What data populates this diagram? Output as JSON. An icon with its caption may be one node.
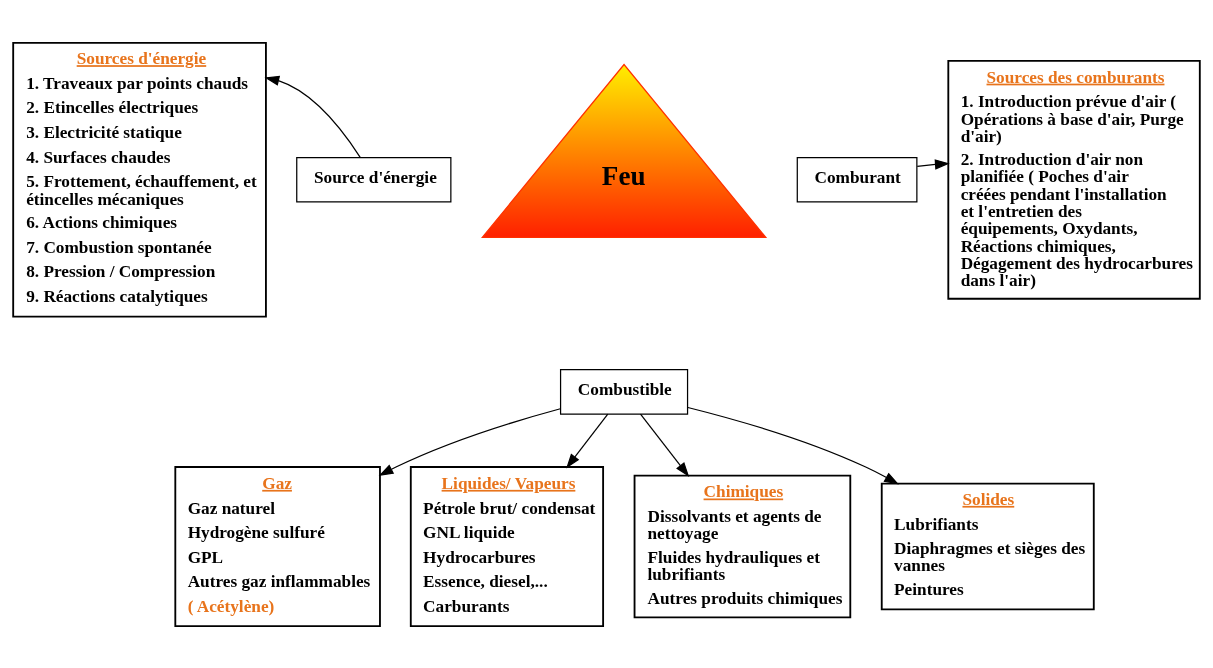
{
  "diagram": {
    "nodes": [
      {
        "text": [
          "Sources d'énergie",
          "1. Traveaux par points chauds",
          "2. Etincelles électriques",
          "3. Electricité statique",
          "4. Surfaces chaudes",
          "5. Frottement, échauffement, et étincelles mécaniques",
          "6. Actions chimiques",
          "7. Combustion spontanée",
          "8. Pression / Compression",
          "9. Réactions catalytiques"
        ]
      },
      {
        "text": [
          "Sources des comburants",
          "1. Introduction prévue d'air ( Opérations à base d'air, Purge d'air)",
          "2. Introduction d'air non planifiée ( Poches d'air créées pendant l'installation et l'entretien des équipements, Oxydants, Réactions chimiques, Dégagement des hydrocarbures dans l'air)"
        ]
      },
      {
        "text": [
          "Feu"
        ]
      },
      {
        "text": [
          "Source d'énergie"
        ]
      },
      {
        "text": [
          "Comburant"
        ]
      },
      {
        "text": [
          "Combustible"
        ]
      },
      {
        "text": [
          "Gaz",
          "Gaz naturel",
          "Hydrogène sulfuré",
          "GPL",
          "Autres gaz inflammables",
          "( Acétylène)"
        ]
      },
      {
        "text": [
          "Liquides/ Vapeurs",
          "Pétrole brut/ condensat",
          "GNL liquide",
          "Hydrocarbures",
          "Essence, diesel,...",
          "Carburants"
        ]
      },
      {
        "text": [
          "Chimiques",
          "Dissolvants et agents de nettoyage",
          "Fluides hydrauliques et lubrifiants",
          "Autres produits chimiques"
        ]
      },
      {
        "text": [
          "Solides",
          "Lubrifiants",
          "Diaphragmes et sièges des vannes",
          "Peintures"
        ]
      }
    ],
    "edges": [
      {
        "from": 3,
        "to": 0,
        "arrow": "to"
      },
      {
        "from": 4,
        "to": 1,
        "arrow": "to"
      },
      {
        "from": 5,
        "to": 6,
        "arrow": "to"
      },
      {
        "from": 5,
        "to": 7,
        "arrow": "to"
      },
      {
        "from": 5,
        "to": 8,
        "arrow": "to"
      },
      {
        "from": 5,
        "to": 9,
        "arrow": "to"
      }
    ]
  }
}
